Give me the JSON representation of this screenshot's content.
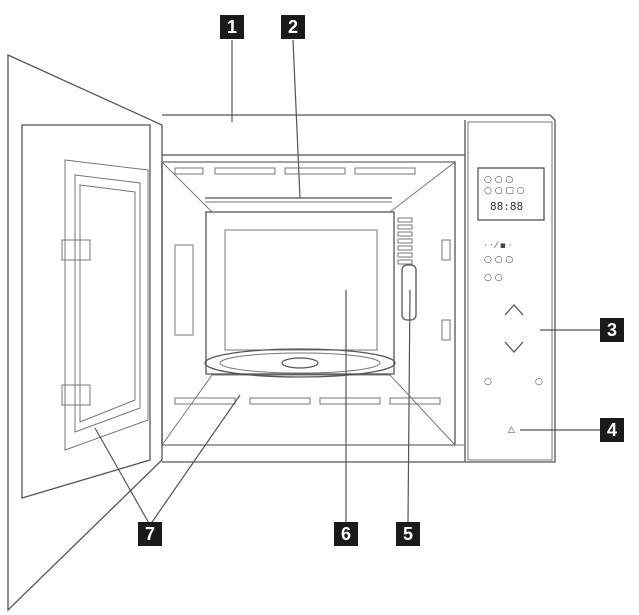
{
  "callouts": [
    {
      "number": "1",
      "target": "cabinet"
    },
    {
      "number": "2",
      "target": "grill-element"
    },
    {
      "number": "3",
      "target": "control-panel"
    },
    {
      "number": "4",
      "target": "door-open-button"
    },
    {
      "number": "5",
      "target": "waveguide-cover"
    },
    {
      "number": "6",
      "target": "oven-cavity"
    },
    {
      "number": "7",
      "target": "door-hinges"
    }
  ],
  "display": {
    "readout": "88:88"
  },
  "icons": {
    "up": "chevron-up-icon",
    "down": "chevron-down-icon",
    "door": "door-open-icon",
    "program": "program-symbol-icon"
  },
  "colors": {
    "line": "#555555",
    "callout_bg": "#1a1a1a",
    "callout_text": "#ffffff"
  }
}
